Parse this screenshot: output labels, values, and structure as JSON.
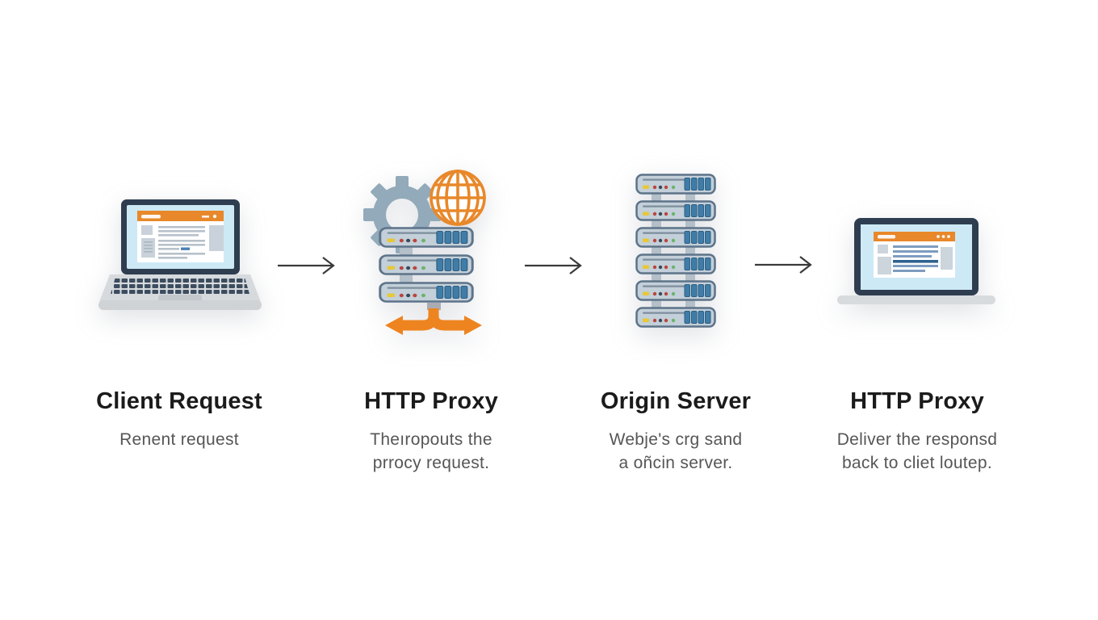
{
  "page": {
    "background": "#ffffff"
  },
  "colors": {
    "ink": "#1b1b1b",
    "muted": "#565656",
    "arrow": "#3a3a3a",
    "orange": "#e8882a",
    "orangeArrow": "#ee8420",
    "slate": "#2e3e50",
    "screenBlue": "#cde9f6",
    "serverFill": "#c3cfd9",
    "serverBorder": "#5d7389",
    "portBlue": "#3f7da8",
    "gear": "#92aaba",
    "baseGray": "#d8dbde"
  },
  "steps": [
    {
      "title": "Client Request",
      "icon": "laptop-icon",
      "lines": [
        "Renent request"
      ]
    },
    {
      "title": "HTTP Proxy",
      "icon": "proxy-server-icon",
      "lines": [
        "Theıropouts the",
        "prrocy request."
      ]
    },
    {
      "title": "Origin Server",
      "icon": "server-rack-icon",
      "lines": [
        "Webje's crg sand",
        "a oñcin server."
      ]
    },
    {
      "title": "HTTP Proxy",
      "icon": "laptop-icon",
      "lines": [
        "Deliver the responsd",
        "back to cliet loutep."
      ]
    }
  ]
}
